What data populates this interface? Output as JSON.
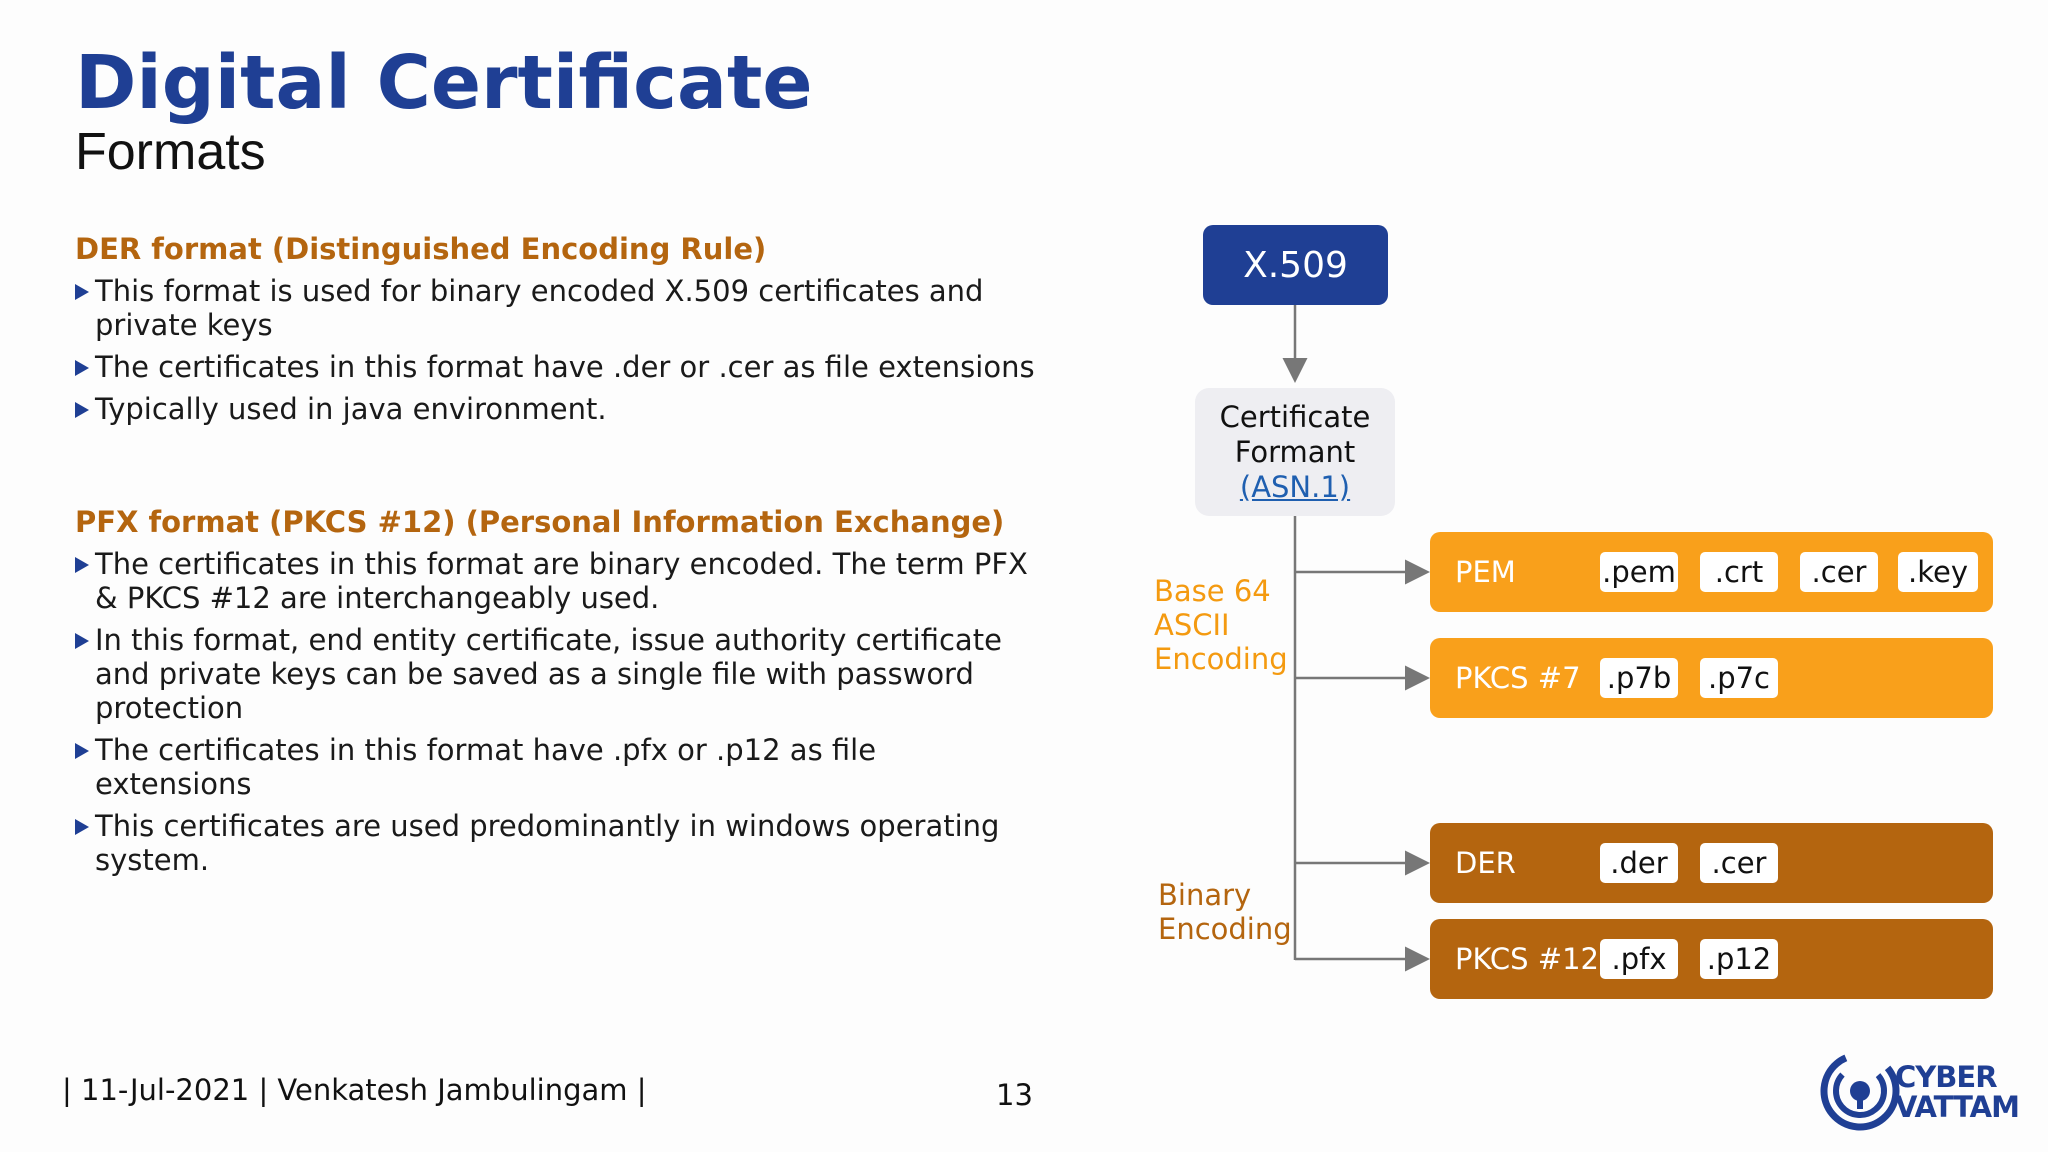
{
  "slide": {
    "title": "Digital Certificate",
    "subtitle": "Formats"
  },
  "der": {
    "heading": "DER format (Distinguished Encoding Rule)",
    "bullets": [
      "This format is used for binary encoded X.509 certificates and private keys",
      "The certificates in this format have .der or .cer as file extensions",
      "Typically used in java environment."
    ]
  },
  "pfx": {
    "heading": "PFX format (PKCS #12) (Personal Information Exchange)",
    "bullets": [
      "The certificates in this format are binary encoded. The term PFX & PKCS #12 are interchangeably used.",
      "In this format, end entity certificate, issue authority certificate and private keys can be saved as a single file with password protection",
      "The certificates in this format have .pfx or .p12 as file extensions",
      "This certificates are used predominantly in windows operating system."
    ]
  },
  "diagram": {
    "root": "X.509",
    "format_box": {
      "line1": "Certificate",
      "line2": "Formant",
      "link": "(ASN.1)"
    },
    "base64_label": [
      "Base 64",
      "ASCII",
      "Encoding"
    ],
    "binary_label": [
      "Binary",
      "Encoding"
    ],
    "formats": [
      {
        "name": "PEM",
        "extensions": [
          ".pem",
          ".crt",
          ".cer",
          ".key"
        ],
        "color": "#f9a01b"
      },
      {
        "name": "PKCS #7",
        "extensions": [
          ".p7b",
          ".p7c"
        ],
        "color": "#f9a01b"
      },
      {
        "name": "DER",
        "extensions": [
          ".der",
          ".cer"
        ],
        "color": "#b4650f"
      },
      {
        "name": "PKCS #12",
        "extensions": [
          ".pfx",
          ".p12"
        ],
        "color": "#b4650f"
      }
    ]
  },
  "footer": {
    "left": "| 11-Jul-2021 | Venkatesh Jambulingam |",
    "page": "13"
  },
  "logo": {
    "icon": "cyber-vattam-logo",
    "line1": "CYBER",
    "line2": "VATTAM"
  },
  "colors": {
    "title": "#1f3f94",
    "heading": "#b4650f",
    "orange": "#f9a01b",
    "brown": "#b4650f"
  }
}
